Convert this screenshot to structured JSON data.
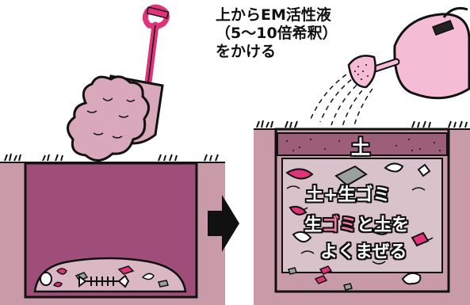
{
  "instruction": {
    "line1": "上からEM活性液",
    "line2": "（5～10倍希釈）",
    "line3": "をかける"
  },
  "labels": {
    "soil": "土",
    "soil_plus": "土+",
    "garbage": "生ゴミ",
    "mix_a": "生",
    "mix_b": "ゴミ",
    "mix_c": "と土を",
    "mix_line2": "よくまぜる"
  },
  "colors": {
    "ground": "#c99aa8",
    "pit_dark": "#9e4e78",
    "soil_band": "#9d5e7a",
    "shovel_handle": "#e0347a",
    "watering_can": "#f5bcd6",
    "garbage_pink": "#e0347a",
    "outline": "#111111"
  },
  "icons": [
    "shovel-icon",
    "soil-clump-icon",
    "arrow-right-icon",
    "watering-can-icon",
    "garbage-icon",
    "fish-bone-icon",
    "eggshell-icon",
    "grass-icon"
  ]
}
